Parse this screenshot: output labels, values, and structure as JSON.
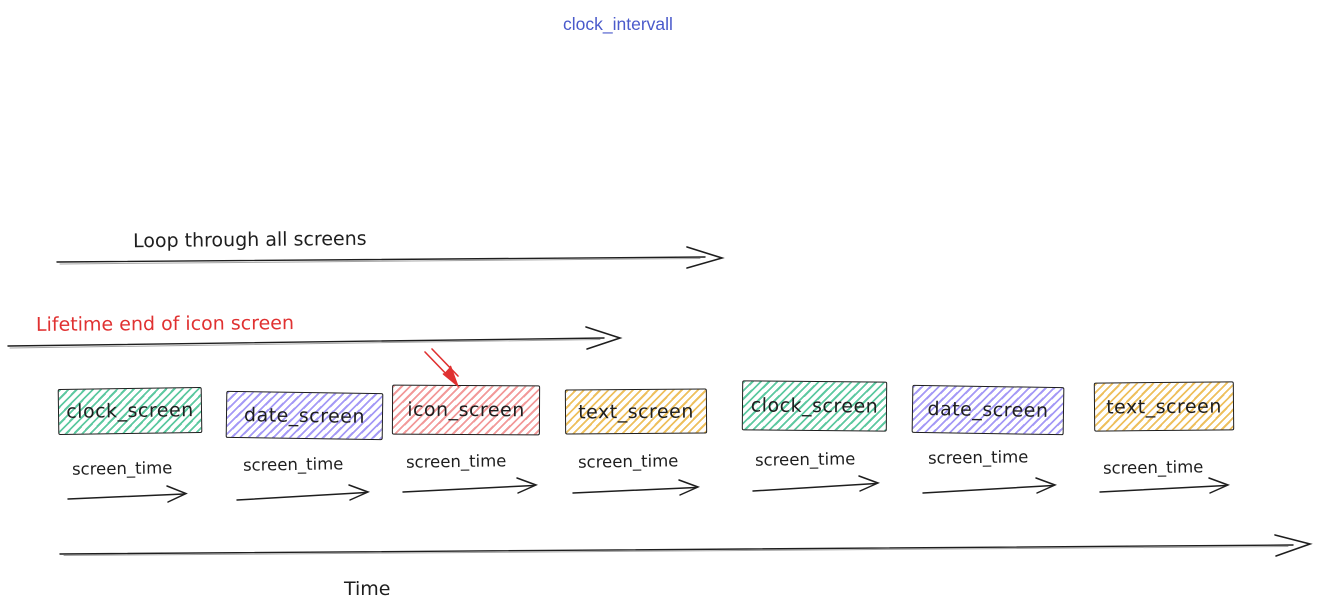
{
  "title": "clock_intervall",
  "annotations": {
    "loop_label": "Loop through all screens",
    "lifetime_label": "Lifetime end of icon screen",
    "screen_time_label": "screen_time",
    "time_label": "Time"
  },
  "colors": {
    "title_blue": "#4a5acb",
    "ink": "#1e1e1e",
    "red_accent": "#e03131",
    "green_hatch": "#5ec9a1",
    "purple_hatch": "#a59af6",
    "red_hatch": "#f29a9a",
    "yellow_hatch": "#eec05e"
  },
  "screens": [
    {
      "label": "clock_screen",
      "color": "#5ec9a1"
    },
    {
      "label": "date_screen",
      "color": "#a59af6"
    },
    {
      "label": "icon_screen",
      "color": "#f29a9a"
    },
    {
      "label": "text_screen",
      "color": "#eec05e"
    },
    {
      "label": "clock_screen",
      "color": "#5ec9a1"
    },
    {
      "label": "date_screen",
      "color": "#a59af6"
    },
    {
      "label": "text_screen",
      "color": "#eec05e"
    }
  ]
}
